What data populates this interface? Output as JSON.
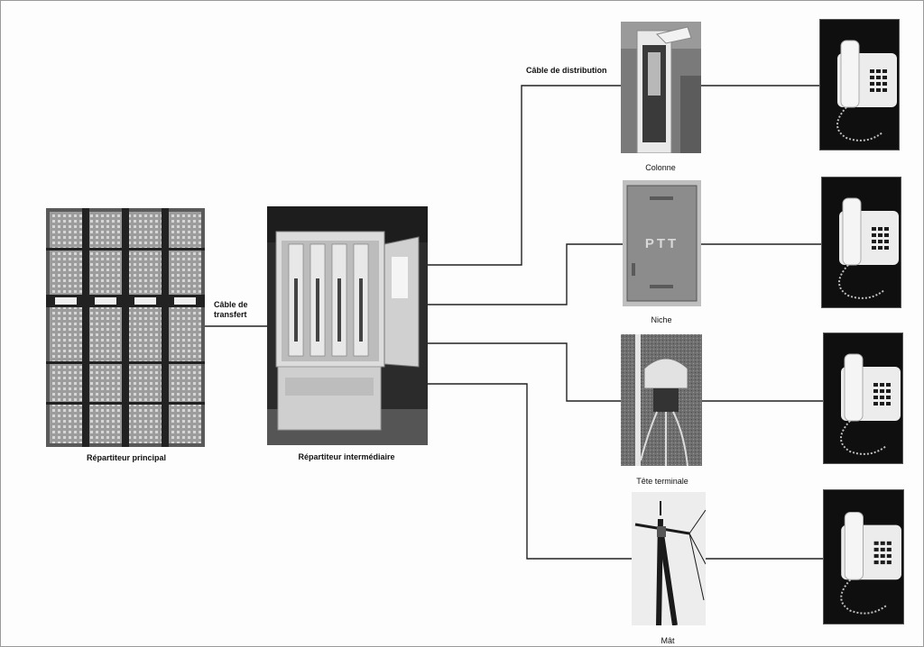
{
  "labels": {
    "main_distributor": "Répartiteur principal",
    "transfer_cable": "Câble de transfert",
    "intermediate_distributor": "Répartiteur intermédiaire",
    "distribution_cable": "Câble de distribution",
    "column": "Colonne",
    "niche": "Niche",
    "terminal_head": "Tête terminale",
    "mast": "Mât",
    "niche_plate": "PTT"
  },
  "colors": {
    "wire": "#222222",
    "phone_background": "#0f0f0f",
    "phone_body": "#ececec",
    "phone_keys": "#1c1c1c"
  },
  "icons": [
    "distribution-frame-photo",
    "street-cabinet-photo",
    "pillar-photo",
    "wall-niche-photo",
    "terminal-box-photo",
    "pole-photo",
    "telephone-icon"
  ]
}
